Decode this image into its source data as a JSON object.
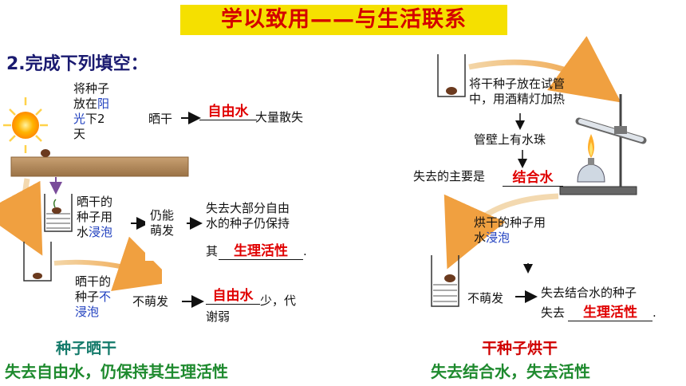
{
  "title": "学以致用——与生活联系",
  "heading": "2.完成下列填空：",
  "left": {
    "step1_line1": "将种子",
    "step1_line2_a": "放在",
    "step1_line2_b": "阳",
    "step1_line3_a": "光",
    "step1_line3_b": "下2",
    "step1_line4": "天",
    "dry": "晒干",
    "answer1": "自由水",
    "lost1": "大量散失",
    "soak_line1": "晒干的",
    "soak_line2": "种子用",
    "soak_line3_a": "水",
    "soak_line3_b": "浸泡",
    "germinate_line1": "仍能",
    "germinate_line2": "萌发",
    "result2_line1": "失去大部分自由",
    "result2_line2": "水的种子仍保持",
    "result2_line3": "其",
    "answer2": "生理活性",
    "period": ".",
    "nosoak_line1": "晒干的",
    "nosoak_line2_a": "种子",
    "nosoak_line2_b": "不",
    "nosoak_line3": "浸泡",
    "no_germinate": "不萌发",
    "answer3": "自由水",
    "result3_a": "少，代",
    "result3_b": "谢弱",
    "caption_title": "种子晒干",
    "caption": "失去自由水，仍保持其生理活性"
  },
  "right": {
    "step1_line1": "将干种子放在试管",
    "step1_line2": "中，用酒精灯加热",
    "water": "管壁上有水珠",
    "lost_label": "失去的主要是",
    "answer1": "结合水",
    "soak_line1": "烘干的种子用",
    "soak_line2_a": "水",
    "soak_line2_b": "浸泡",
    "no_germinate": "不萌发",
    "result_line1": "失去结合水的种子",
    "result_line2": "失去",
    "answer2": "生理活性",
    "period": ".",
    "caption_title": "干种子烘干",
    "caption": "失去结合水，失去活性"
  },
  "colors": {
    "title_bg": "#f5e000",
    "title_text": "#d40000",
    "answer": "#e00000",
    "highlight_blue": "#1f3fbf",
    "caption_green": "#1e8a2e"
  }
}
